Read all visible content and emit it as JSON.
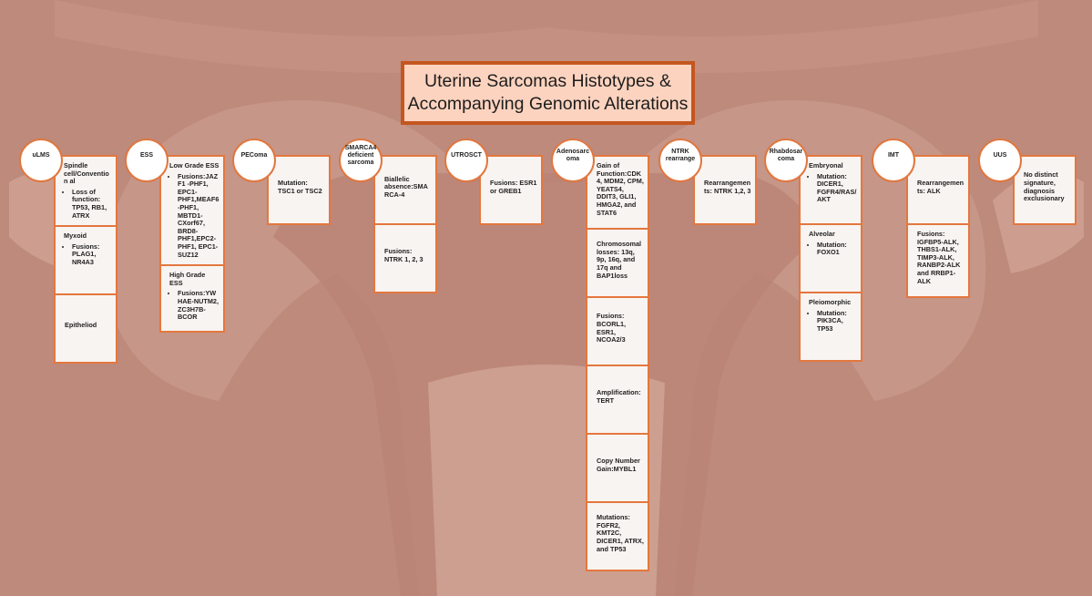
{
  "title": "Uterine Sarcomas Histotypes & Accompanying Genomic Alterations",
  "colors": {
    "background": "#bd8a7c",
    "title_fill": "#fcd3bf",
    "title_border": "#c4561f",
    "box_border": "#e4773e",
    "box_fill": "#f8f4f1"
  },
  "columns": [
    {
      "label": "uLMS",
      "sections": [
        {
          "heading": "Spindle cell/Convention al",
          "bullets": [
            "Loss of function: TP53, RB1, ATRX"
          ]
        },
        {
          "heading": "Myxoid",
          "bullets": [
            "Fusions: PLAG1, NR4A3"
          ]
        },
        {
          "text": "Epitheliod"
        }
      ]
    },
    {
      "label": "ESS",
      "sections": [
        {
          "heading": "Low Grade ESS",
          "bullets": [
            "Fusions:JAZF1 -PHF1, EPC1-PHF1,MEAF6-PHF1, MBTD1-CXorf67, BRD8-PHF1,EPC2-PHF1, EPC1-SUZ12"
          ]
        },
        {
          "heading": "High Grade ESS",
          "bullets": [
            "Fusions:YWHAE-NUTM2, ZC3H7B-BCOR"
          ]
        }
      ]
    },
    {
      "label": "PEComa",
      "sections": [
        {
          "text": "Mutation: TSC1 or TSC2"
        }
      ]
    },
    {
      "label": "SMARCA4 deficient sarcoma",
      "sections": [
        {
          "text": "Biallelic absence:SMARCA-4"
        },
        {
          "text": "Fusions: NTRK 1, 2, 3"
        }
      ]
    },
    {
      "label": "UTROSCT",
      "sections": [
        {
          "text": "Fusions: ESR1 or GREB1"
        }
      ]
    },
    {
      "label": "Adenosarcoma",
      "sections": [
        {
          "text": "Gain of Function:CDK4, MDM2, CPM, YEATS4, DDIT3, GLI1, HMGA2, and STAT6"
        },
        {
          "text": "Chromosomal losses: 13q, 9p, 16q, and 17q and BAP1loss"
        },
        {
          "text": "Fusions: BCORL1, ESR1, NCOA2/3"
        },
        {
          "text": "Amplification: TERT"
        },
        {
          "text": "Copy Number Gain:MYBL1"
        },
        {
          "text": "Mutations: FGFR2, KMT2C, DICER1, ATRX, and TP53"
        }
      ]
    },
    {
      "label": "NTRK rearrange",
      "sections": [
        {
          "text": "Rearrangements: NTRK 1,2, 3"
        }
      ]
    },
    {
      "label": "Rhabdosarcoma",
      "sections": [
        {
          "heading": "Embryonal",
          "bullets": [
            "Mutation: DICER1, FGFR4/RAS/AKT"
          ]
        },
        {
          "heading": "Alveolar",
          "bullets": [
            "Mutation: FOXO1"
          ]
        },
        {
          "heading": "Pleiomorphic",
          "bullets": [
            "Mutation: PIK3CA, TP53"
          ]
        }
      ]
    },
    {
      "label": "IMT",
      "sections": [
        {
          "text": "Rearrangements: ALK"
        },
        {
          "text": "Fusions: IGFBP5-ALK, THBS1-ALK, TIMP3-ALK, RANBP2-ALK and RRBP1-ALK"
        }
      ]
    },
    {
      "label": "UUS",
      "sections": [
        {
          "text": "No distinct signature, diagnosis exclusionary"
        }
      ]
    }
  ]
}
